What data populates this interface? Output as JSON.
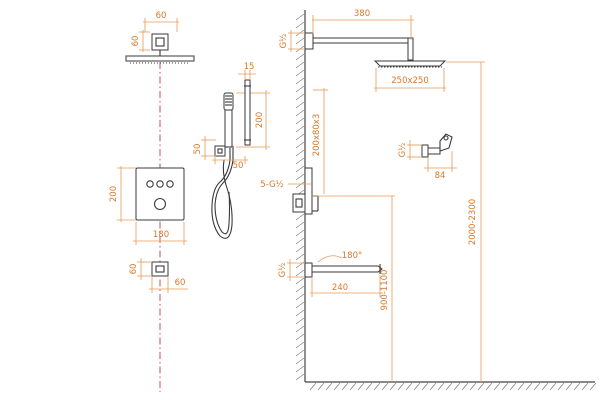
{
  "labels": {
    "shower_head_plate_width": "60",
    "shower_head_plate_height": "60",
    "handheld_holder_width": "15",
    "handheld_length": "200",
    "hose_outlet_height": "50",
    "hose_outlet_width": "50",
    "valve_height": "200",
    "valve_width": "180",
    "spout_plate_height": "60",
    "spout_plate_width": "60",
    "arm_length": "380",
    "arm_thread": "G½",
    "head_size": "250x250",
    "valve_thread": "5-G½",
    "valve_depth": "200x80x3",
    "spout_thread": "G½",
    "spout_rotation": "180°",
    "spout_length": "240",
    "spout_height": "900-1100",
    "head_height": "2000-2300",
    "holder_thread": "G½",
    "holder_depth": "84"
  },
  "colors": {
    "dimension": "#d8782a",
    "part": "#3a3a3a",
    "centerline": "#c43c3c"
  }
}
